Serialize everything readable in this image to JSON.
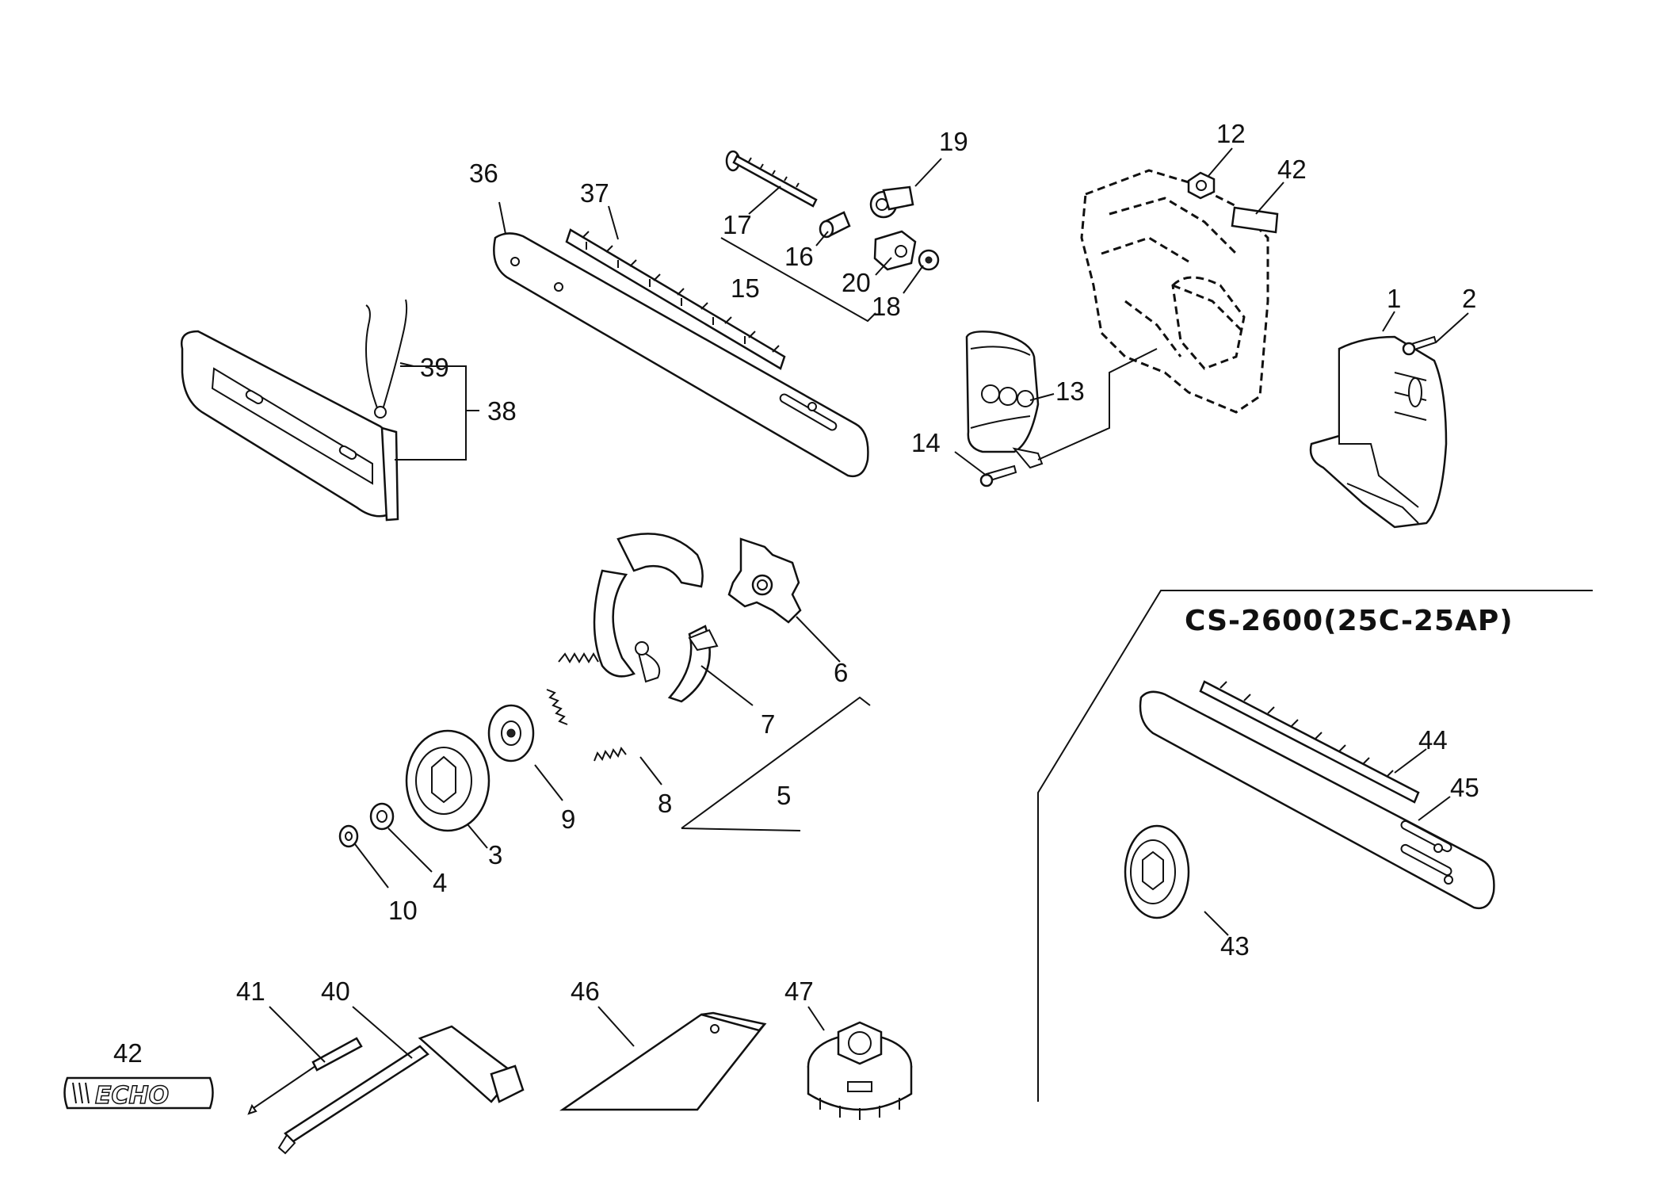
{
  "model_label": "CS-2600(25C-25AP)",
  "logo_text": "ECHO",
  "callouts": {
    "c1": "1",
    "c2": "2",
    "c3": "3",
    "c4": "4",
    "c5": "5",
    "c6": "6",
    "c7": "7",
    "c8": "8",
    "c9": "9",
    "c10": "10",
    "c12": "12",
    "c13": "13",
    "c14": "14",
    "c15": "15",
    "c16": "16",
    "c17": "17",
    "c18": "18",
    "c19": "19",
    "c20": "20",
    "c36": "36",
    "c37": "37",
    "c38": "38",
    "c39": "39",
    "c40": "40",
    "c41": "41",
    "c42a": "42",
    "c42b": "42",
    "c43": "43",
    "c44": "44",
    "c45": "45",
    "c46": "46",
    "c47": "47"
  }
}
